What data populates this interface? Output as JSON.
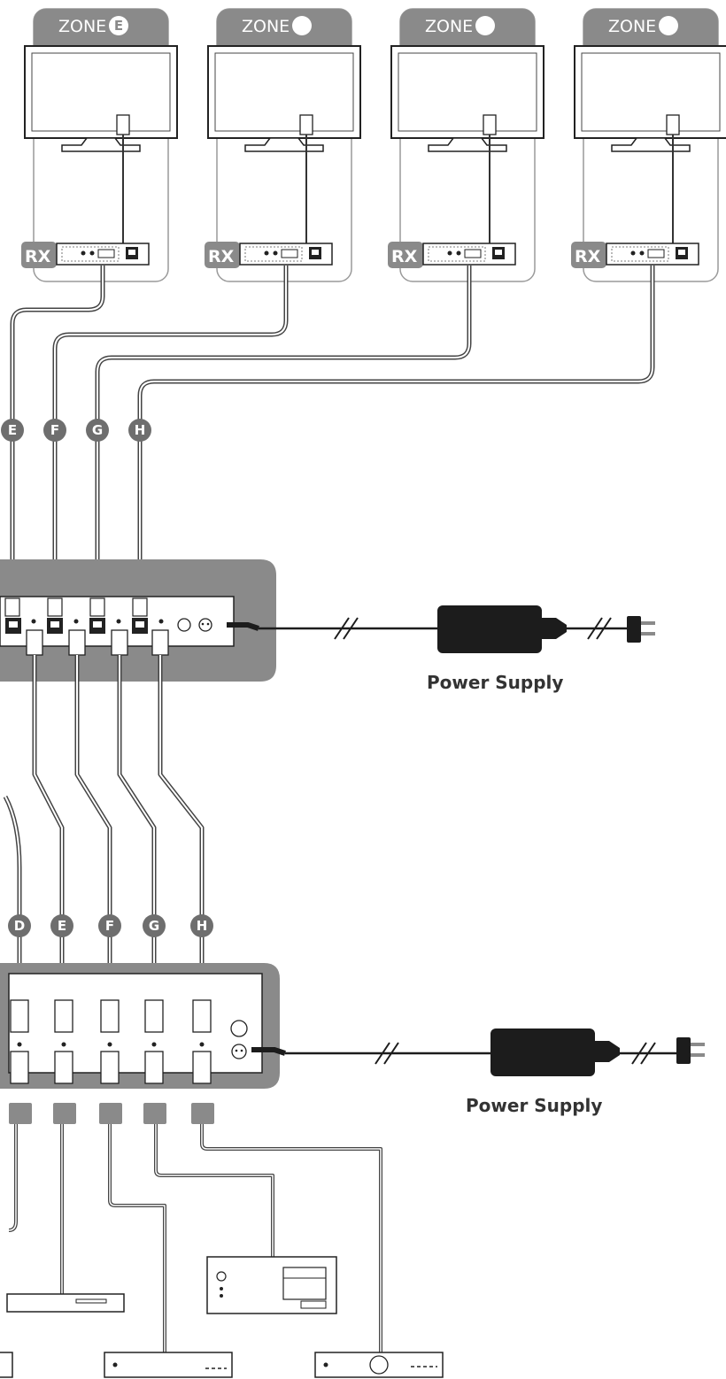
{
  "zones": [
    {
      "label": "ZONE",
      "badge": "E"
    },
    {
      "label": "ZONE",
      "badge": ""
    },
    {
      "label": "ZONE",
      "badge": ""
    },
    {
      "label": "ZONE",
      "badge": ""
    }
  ],
  "rx_label": "RX",
  "top_cable_letters": [
    "E",
    "F",
    "G",
    "H"
  ],
  "bottom_cable_letters": [
    "D",
    "E",
    "F",
    "G",
    "H"
  ],
  "power_supply_label": "Power Supply",
  "colors": {
    "panel_gray": "#8a8a8a",
    "cable": "#444444",
    "adapter": "#1c1c1c",
    "badge": "#6e6e6e",
    "text_dark": "#333333"
  }
}
